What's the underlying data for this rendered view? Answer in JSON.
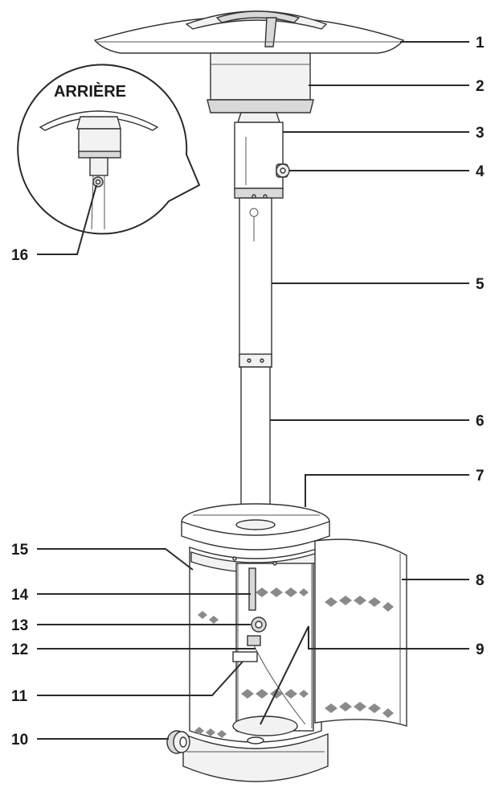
{
  "inset": {
    "title": "ARRIÈRE"
  },
  "callouts": [
    {
      "id": "c1",
      "label": "1"
    },
    {
      "id": "c2",
      "label": "2"
    },
    {
      "id": "c3",
      "label": "3"
    },
    {
      "id": "c4",
      "label": "4"
    },
    {
      "id": "c5",
      "label": "5"
    },
    {
      "id": "c6",
      "label": "6"
    },
    {
      "id": "c7",
      "label": "7"
    },
    {
      "id": "c8",
      "label": "8"
    },
    {
      "id": "c9",
      "label": "9"
    },
    {
      "id": "c10",
      "label": "10"
    },
    {
      "id": "c11",
      "label": "11"
    },
    {
      "id": "c12",
      "label": "12"
    },
    {
      "id": "c13",
      "label": "13"
    },
    {
      "id": "c14",
      "label": "14"
    },
    {
      "id": "c15",
      "label": "15"
    },
    {
      "id": "c16",
      "label": "16"
    }
  ]
}
